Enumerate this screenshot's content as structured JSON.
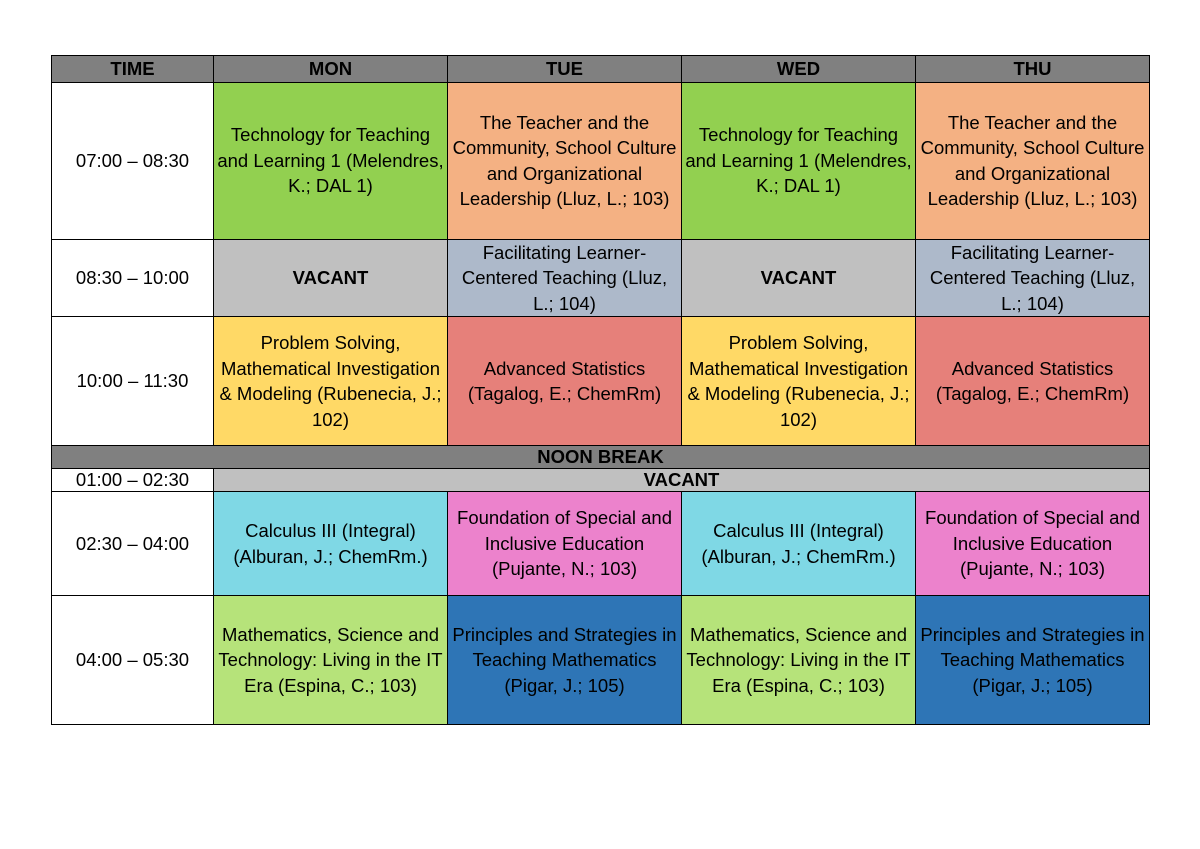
{
  "headers": {
    "time": "TIME",
    "mon": "MON",
    "tue": "TUE",
    "wed": "WED",
    "thu": "THU"
  },
  "rows": [
    {
      "time": "07:00 – 08:30",
      "mon": "Technology for Teaching and Learning 1 (Melendres, K.; DAL 1)",
      "tue": "The Teacher and the Community, School Culture and Organizational Leadership (Lluz, L.; 103)",
      "wed": "Technology for Teaching and Learning 1 (Melendres, K.; DAL 1)",
      "thu": "The Teacher and the Community, School Culture and Organizational Leadership (Lluz, L.; 103)"
    },
    {
      "time": "08:30 – 10:00",
      "mon": "VACANT",
      "tue": "Facilitating Learner-Centered Teaching (Lluz, L.; 104)",
      "wed": "VACANT",
      "thu": "Facilitating Learner-Centered Teaching (Lluz, L.; 104)"
    },
    {
      "time": "10:00 – 11:30",
      "mon": "Problem Solving, Mathematical Investigation & Modeling (Rubenecia, J.; 102)",
      "tue": "Advanced Statistics (Tagalog, E.; ChemRm)",
      "wed": "Problem Solving, Mathematical Investigation & Modeling (Rubenecia, J.; 102)",
      "thu": "Advanced Statistics (Tagalog, E.; ChemRm)"
    },
    {
      "noon": "NOON BREAK"
    },
    {
      "time": "01:00 – 02:30",
      "span": "VACANT"
    },
    {
      "time": "02:30 – 04:00",
      "mon": "Calculus III (Integral) (Alburan, J.; ChemRm.)",
      "tue": "Foundation of Special and Inclusive Education (Pujante, N.; 103)",
      "wed": "Calculus III (Integral) (Alburan, J.; ChemRm.)",
      "thu": "Foundation of Special and Inclusive Education (Pujante, N.; 103)"
    },
    {
      "time": "04:00 – 05:30",
      "mon": "Mathematics, Science and Technology: Living in the IT Era (Espina, C.; 103)",
      "tue": "Principles and Strategies in Teaching Mathematics (Pigar, J.; 105)",
      "wed": "Mathematics, Science and Technology: Living in the IT Era (Espina, C.; 103)",
      "thu": "Principles and Strategies in Teaching Mathematics (Pigar, J.; 105)"
    }
  ],
  "colors": {
    "header": "#808080",
    "vacant": "#c0c0c0",
    "tech_teaching": "#92d050",
    "teacher_community": "#f4b183",
    "facilitating": "#adb9ca",
    "problem_solving": "#ffd966",
    "advanced_stats": "#e6807a",
    "calculus": "#7fd8e5",
    "special_education": "#ec82cc",
    "math_sci_tech": "#b6e37a",
    "principles_strategies": "#2e75b6"
  }
}
